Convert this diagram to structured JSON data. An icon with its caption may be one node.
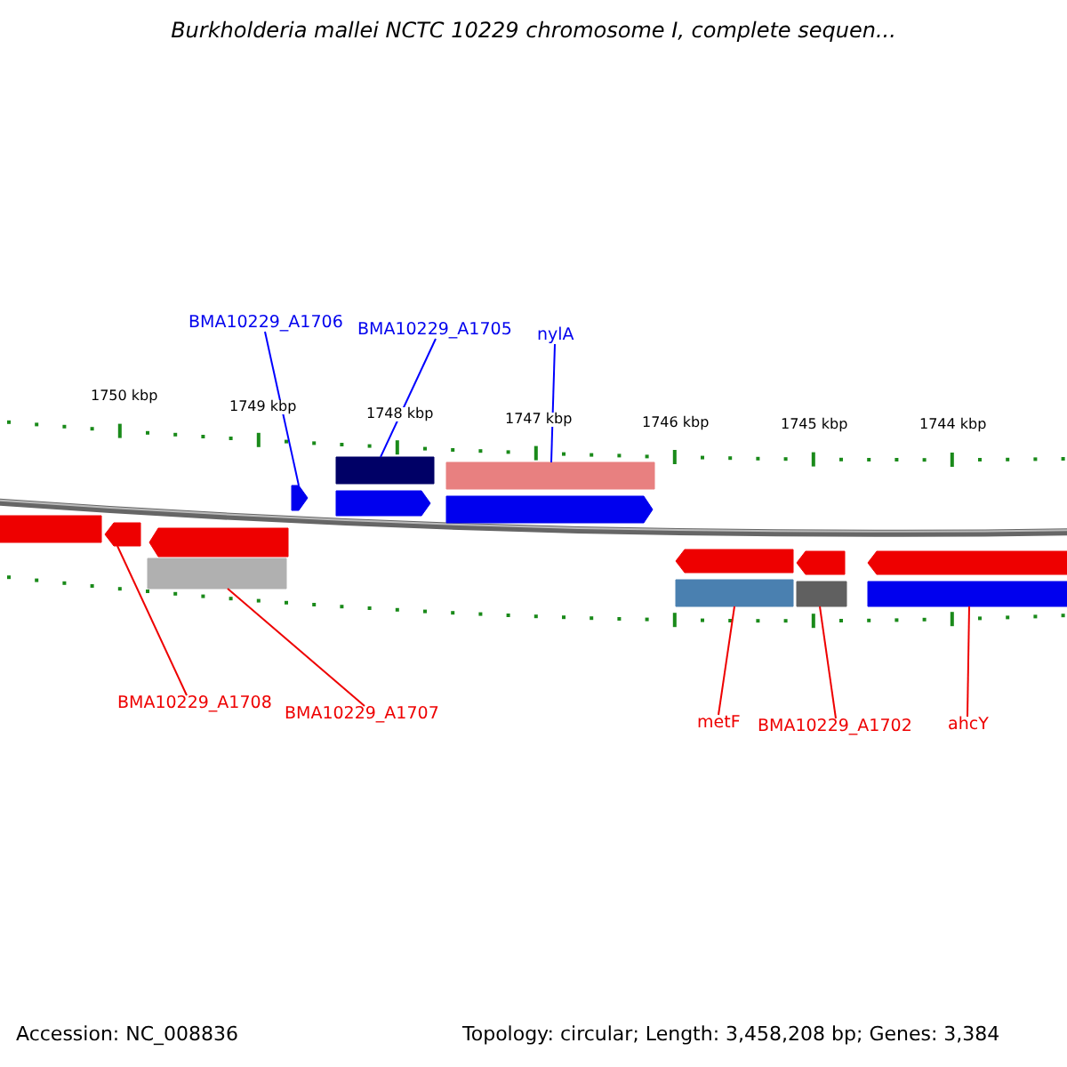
{
  "diagram": {
    "title": "Burkholderia mallei NCTC 10229 chromosome I, complete sequen...",
    "nodes": [
      {
        "text": [
          "BMA10229_A1706"
        ]
      },
      {
        "text": [
          "BMA10229_A1705"
        ]
      },
      {
        "text": [
          "nylA"
        ]
      },
      {
        "text": [
          "BMA10229_A1708"
        ]
      },
      {
        "text": [
          "BMA10229_A1707"
        ]
      },
      {
        "text": [
          "metF"
        ]
      },
      {
        "text": [
          "BMA10229_A1702"
        ]
      },
      {
        "text": [
          "ahcY"
        ]
      },
      {
        "text": [],
        "shape": "arrow"
      },
      {
        "text": [],
        "shape": "bar"
      },
      {
        "text": [],
        "shape": "arrow"
      },
      {
        "text": [],
        "shape": "bar"
      },
      {
        "text": [],
        "shape": "bar"
      },
      {
        "text": [],
        "shape": "bar"
      },
      {
        "text": [],
        "shape": "bar"
      },
      {
        "text": [],
        "shape": "bar"
      }
    ],
    "edges": [
      {
        "from": 0,
        "to": 10,
        "arrow": "none",
        "color": "#0000ff"
      },
      {
        "from": 1,
        "to": 11,
        "arrow": "none",
        "color": "#0000ff"
      },
      {
        "from": 2,
        "to": 12,
        "arrow": "none",
        "color": "#0000ff"
      },
      {
        "from": 3,
        "to": 8,
        "arrow": "none"
      },
      {
        "from": 4,
        "to": 9,
        "arrow": "none"
      },
      {
        "from": 5,
        "to": 13,
        "arrow": "none"
      },
      {
        "from": 6,
        "to": 14,
        "arrow": "none"
      },
      {
        "from": 7,
        "to": 15,
        "arrow": "none"
      }
    ],
    "labels": [
      "1750 kbp",
      "1749 kbp",
      "1748 kbp",
      "1747 kbp",
      "1746 kbp",
      "1745 kbp",
      "1744 kbp",
      "Accession: NC_008836",
      "Topology: circular; Length: 3,458,208 bp; Genes: 3,384"
    ]
  }
}
